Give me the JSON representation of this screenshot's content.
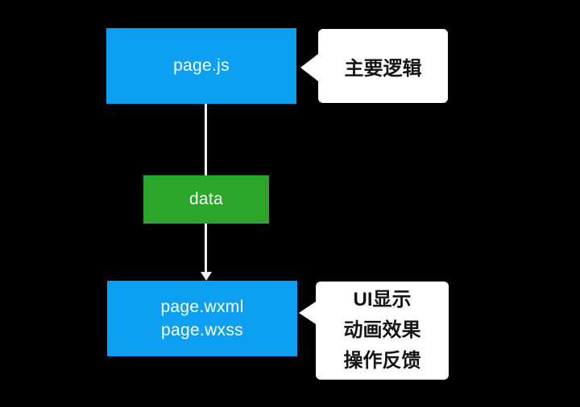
{
  "diagram": {
    "background_color": "#000000",
    "colors": {
      "node_blue": "#0c9ff2",
      "node_green": "#2ba62b",
      "node_text": "#ffffff",
      "callout_bg": "#ffffff",
      "callout_text": "#151515",
      "connector": "#f2f2f2"
    },
    "nodes": {
      "page_js": {
        "label": "page.js"
      },
      "data": {
        "label": "data"
      },
      "page_wxml": {
        "line1": "page.wxml",
        "line2": "page.wxss"
      }
    },
    "callouts": {
      "top": {
        "lines": [
          "主要逻辑"
        ]
      },
      "bottom": {
        "lines": [
          "UI显示",
          "动画效果",
          "操作反馈"
        ]
      }
    },
    "connector": {
      "from": "page.js",
      "through": "data",
      "to": "page.wxml / page.wxss",
      "direction": "down"
    }
  }
}
